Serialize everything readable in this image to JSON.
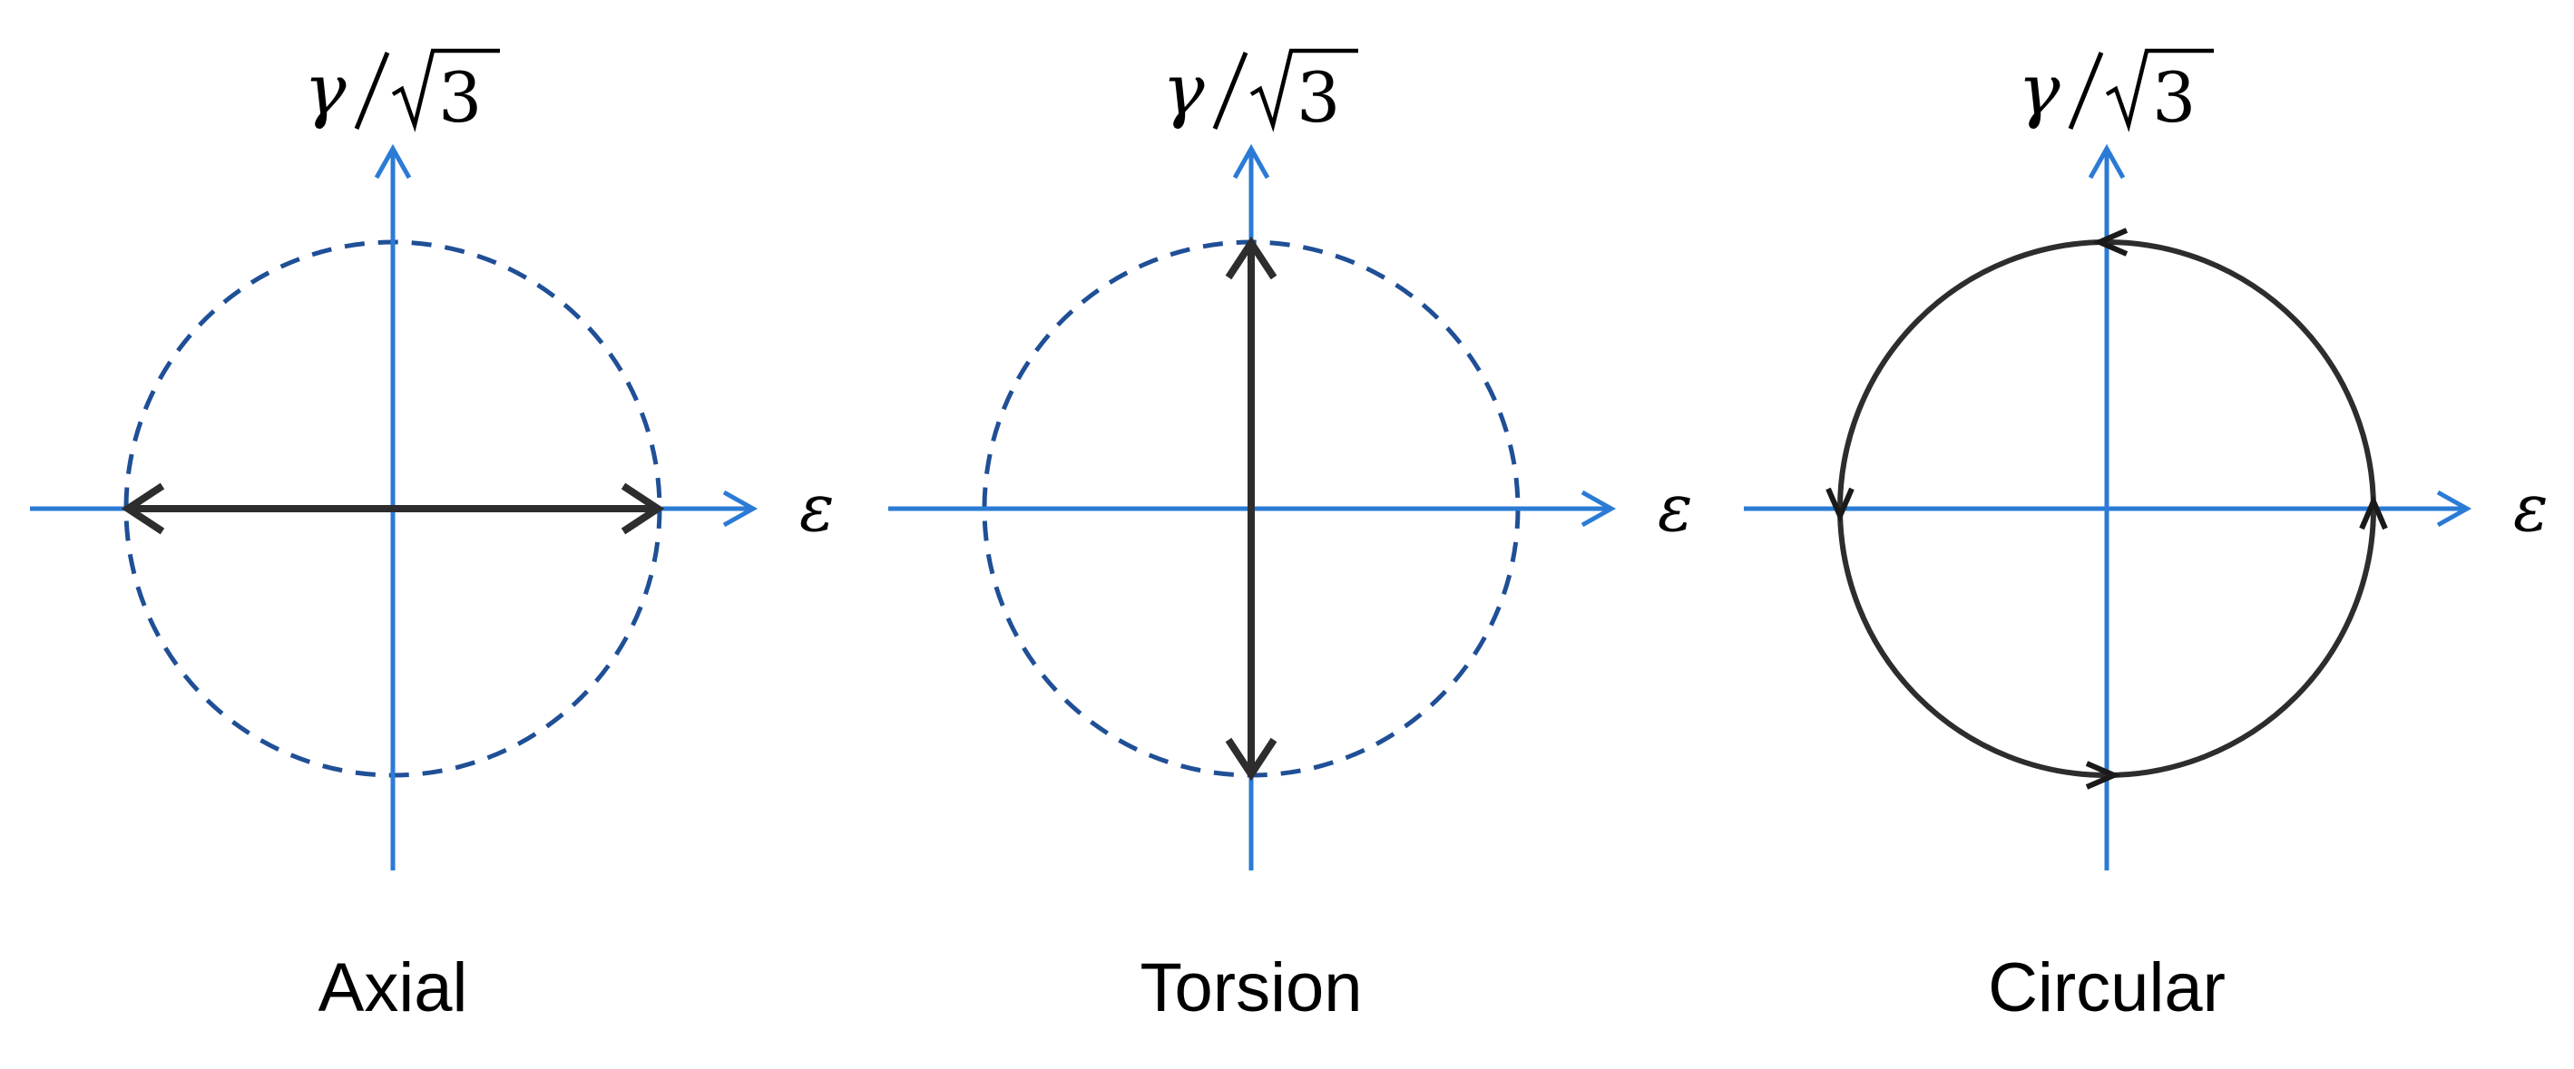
{
  "colors": {
    "axis": "#2B7BD6",
    "dashed_circle": "#1F4F96",
    "path": "#2D2D2D",
    "background": "#FFFFFF"
  },
  "axes": {
    "x_label": "ε",
    "y_label_numerator": "γ",
    "y_label_radicand": "3"
  },
  "panels": [
    {
      "label": "Axial",
      "path_type": "horizontal-double-arrow",
      "reference_circle": "dashed"
    },
    {
      "label": "Torsion",
      "path_type": "vertical-double-arrow",
      "reference_circle": "dashed"
    },
    {
      "label": "Circular",
      "path_type": "circle-with-direction-arrows",
      "reference_circle": "solid-path"
    }
  ]
}
